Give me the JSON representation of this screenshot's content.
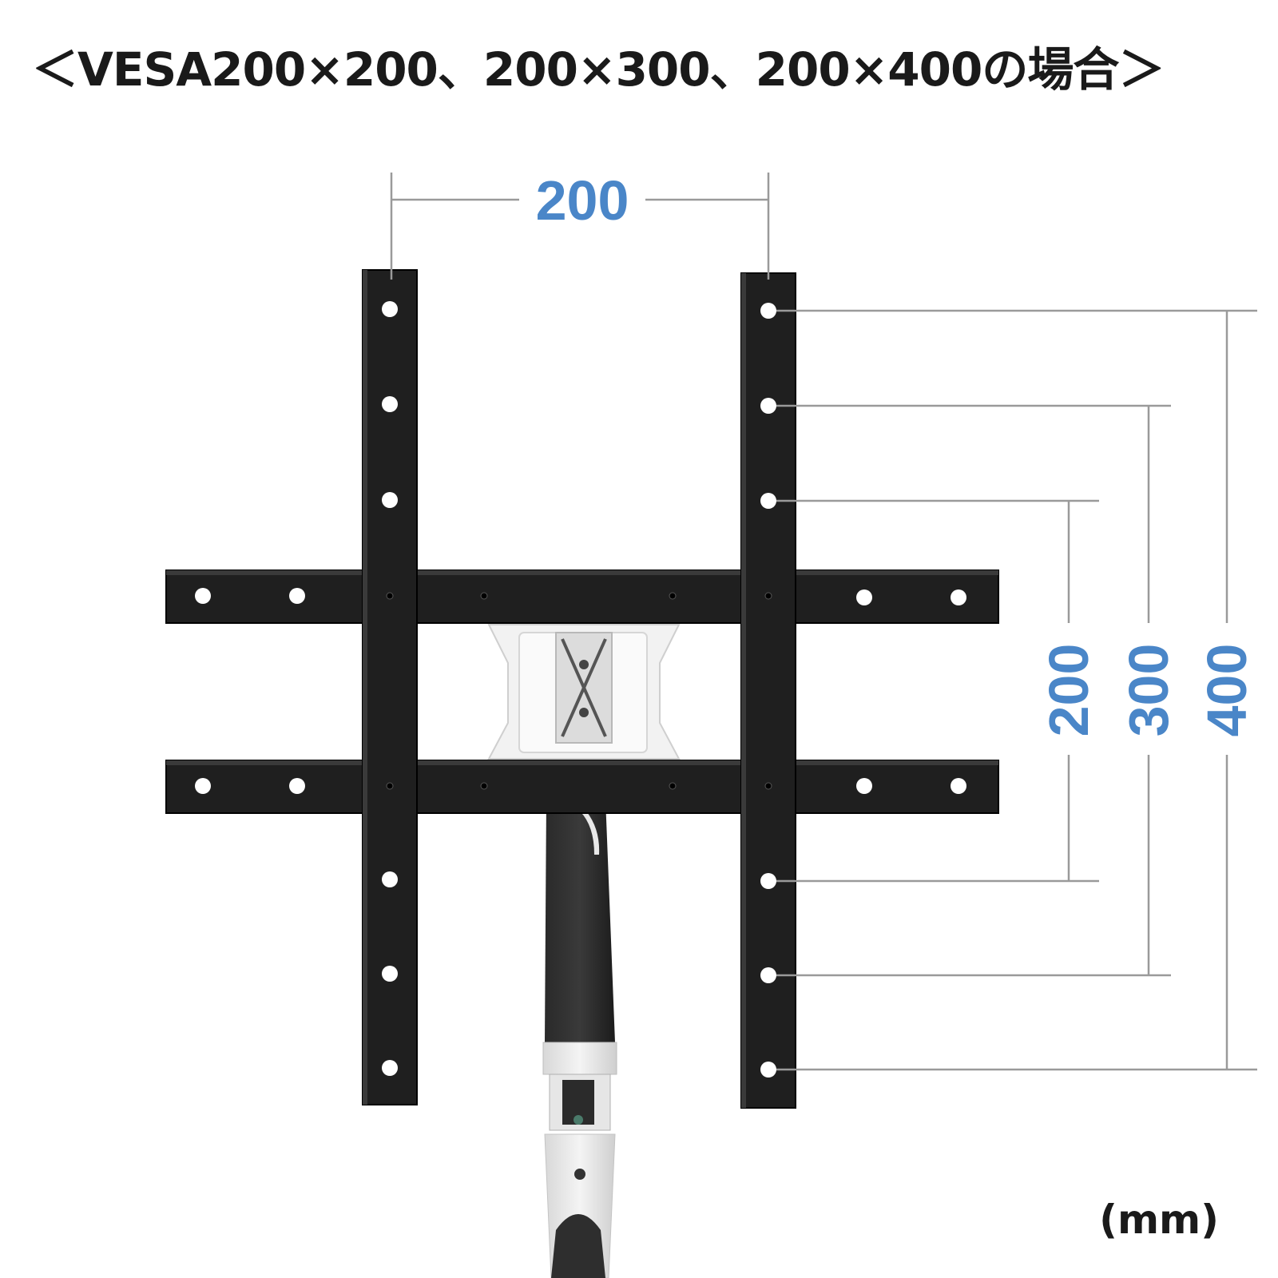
{
  "title": "＜VESA200×200、200×300、200×400の場合＞",
  "unit_label": "(mm)",
  "colors": {
    "dimension_text": "#4a86c8",
    "dimension_line": "#9a9a9a",
    "bracket": "#1f1f1f",
    "hole": "#ffffff"
  },
  "dimensions": {
    "horizontal": "200",
    "vertical_200": "200",
    "vertical_300": "300",
    "vertical_400": "400"
  }
}
